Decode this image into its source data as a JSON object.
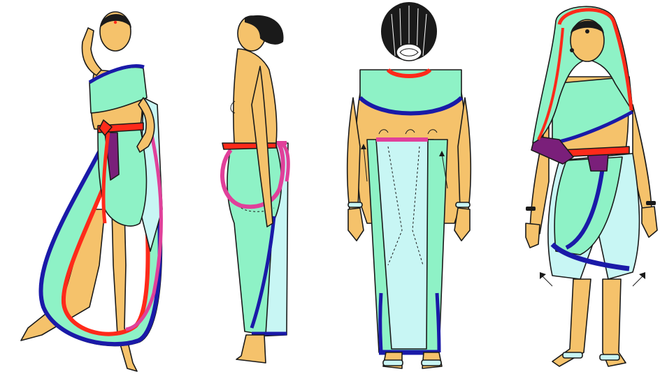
{
  "colors": {
    "skin": "#f5c26b",
    "mint": "#8ef2c6",
    "pale_blue": "#c8f6f4",
    "red_border": "#ff2a1a",
    "navy_border": "#1a1aa8",
    "magenta_border": "#e0409a",
    "purple_panel": "#7a1f7a",
    "hair": "#1a1a1a",
    "outline": "#1a1a1a"
  },
  "figures": [
    {
      "id": "front-drape",
      "pose": "front",
      "icon": "woman-front-icon"
    },
    {
      "id": "side-wrap",
      "pose": "side",
      "icon": "woman-side-icon"
    },
    {
      "id": "back-tuck",
      "pose": "back",
      "icon": "woman-back-icon"
    },
    {
      "id": "finished-dhoti-style",
      "pose": "front",
      "icon": "woman-finished-icon"
    }
  ]
}
